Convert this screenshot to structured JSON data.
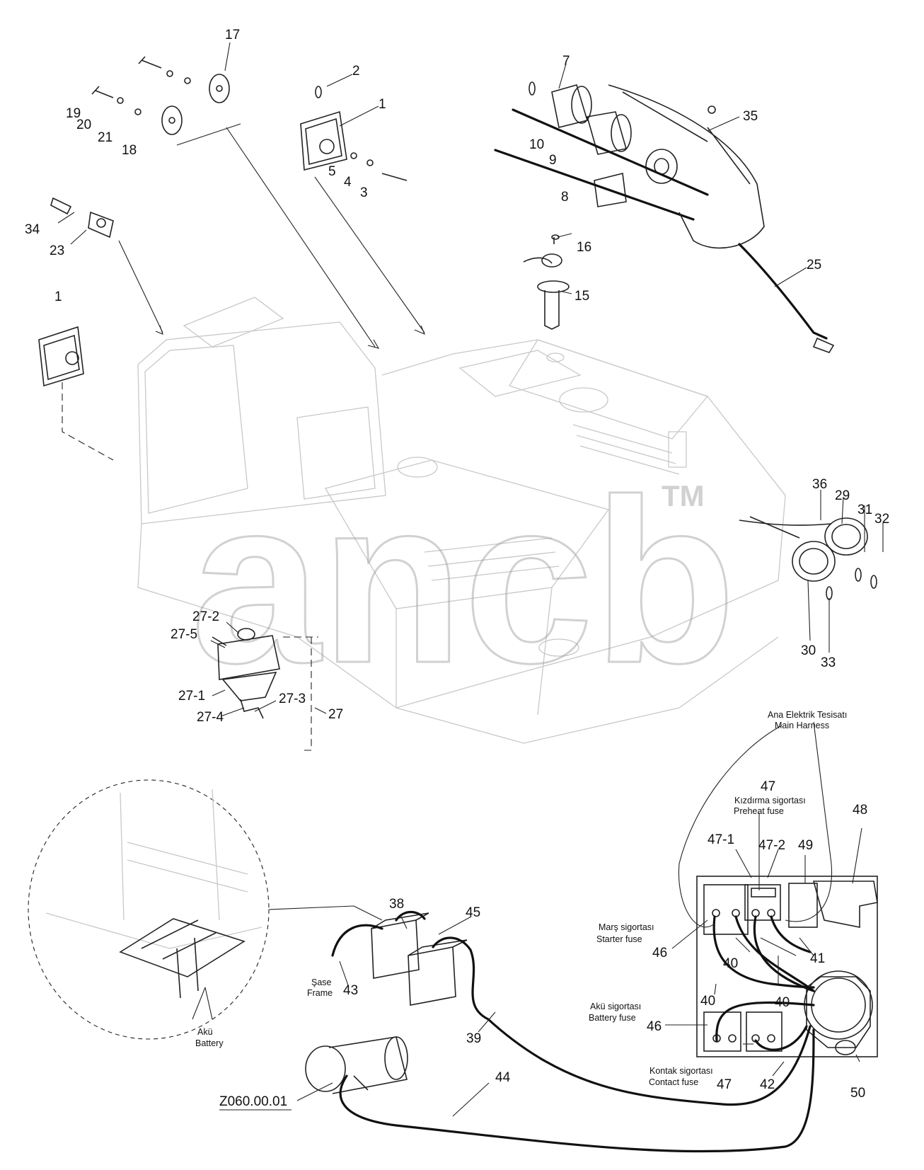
{
  "watermark": {
    "text": "ancb",
    "tm": "TM"
  },
  "callouts": {
    "c1a": "1",
    "c1b": "1",
    "c2": "2",
    "c3": "3",
    "c4": "4",
    "c5": "5",
    "c7": "7",
    "c8": "8",
    "c9": "9",
    "c10": "10",
    "c15": "15",
    "c16": "16",
    "c17": "17",
    "c18": "18",
    "c19": "19",
    "c20": "20",
    "c21": "21",
    "c23": "23",
    "c25": "25",
    "c27": "27",
    "c27_1": "27-1",
    "c27_2": "27-2",
    "c27_3": "27-3",
    "c27_4": "27-4",
    "c27_5": "27-5",
    "c29": "29",
    "c30": "30",
    "c31": "31",
    "c32": "32",
    "c33": "33",
    "c34": "34",
    "c35": "35",
    "c36": "36",
    "c38": "38",
    "c39": "39",
    "c40a": "40",
    "c40b": "40",
    "c40c": "40",
    "c41": "41",
    "c42": "42",
    "c43": "43",
    "c44": "44",
    "c45": "45",
    "c46a": "46",
    "c46b": "46",
    "c47a": "47",
    "c47b": "47",
    "c47_1": "47-1",
    "c47_2": "47-2",
    "c48": "48",
    "c49": "49",
    "c50": "50"
  },
  "labels": {
    "main_harness_tr": "Ana Elektrik Tesisatı",
    "main_harness_en": "Main Harness",
    "preheat_fuse_tr": "Kızdırma sigortası",
    "preheat_fuse_en": "Preheat fuse",
    "starter_fuse_tr": "Marş sigortası",
    "starter_fuse_en": "Starter fuse",
    "battery_fuse_tr": "Akü sigortası",
    "battery_fuse_en": "Battery fuse",
    "contact_fuse_tr": "Kontak sigortası",
    "contact_fuse_en": "Contact fuse",
    "frame_tr": "Şase",
    "frame_en": "Frame",
    "battery_tr": "Akü",
    "battery_en": "Battery",
    "starter_ref": "Z060.00.01"
  }
}
